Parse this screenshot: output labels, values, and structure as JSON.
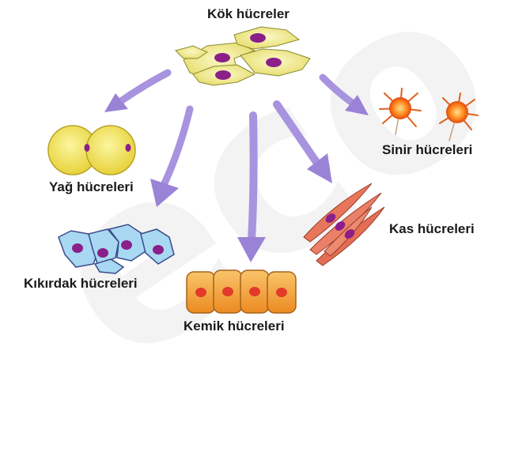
{
  "title": "Kök hücreler",
  "labels": {
    "fat": "Yağ hücreleri",
    "cartilage": "Kıkırdak hücreleri",
    "bone": "Kemik hücreleri",
    "muscle": "Kas hücreleri",
    "nerve": "Sinir hücreleri"
  },
  "watermark": "eco",
  "colors": {
    "arrow": "#9b86d6",
    "stem_cell": "#f3ef9a",
    "nucleus": "#8a1f8a",
    "fat_cell": "#f5ee6a",
    "cartilage_cell": "#a9d8f2",
    "bone_cell": "#f4a340",
    "bone_nucleus": "#e23a2a",
    "muscle_cell": "#e8765c",
    "nerve_cell": "#ff7a1c"
  }
}
